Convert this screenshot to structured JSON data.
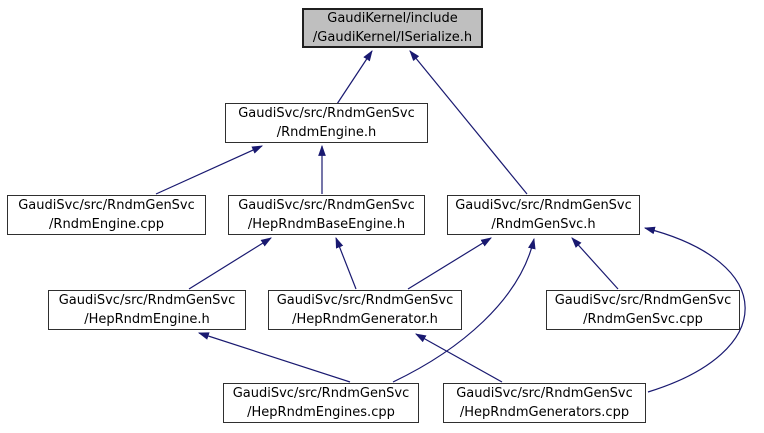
{
  "diagram": {
    "type": "include-dependency-graph",
    "background_color": "#ffffff",
    "edge_color": "#191970",
    "subject_node_fill": "#bfbfbf",
    "node_fill": "#ffffff",
    "node_border_color": "#2f2f2f",
    "nodes": [
      {
        "id": "iserialize-h",
        "line1": "GaudiKernel/include",
        "line2": "/GaudiKernel/ISerialize.h",
        "highlighted": true
      },
      {
        "id": "rndmengine-h",
        "line1": "GaudiSvc/src/RndmGenSvc",
        "line2": "/RndmEngine.h",
        "highlighted": false
      },
      {
        "id": "rndmengine-cpp",
        "line1": "GaudiSvc/src/RndmGenSvc",
        "line2": "/RndmEngine.cpp",
        "highlighted": false
      },
      {
        "id": "heprndmbaseengine-h",
        "line1": "GaudiSvc/src/RndmGenSvc",
        "line2": "/HepRndmBaseEngine.h",
        "highlighted": false
      },
      {
        "id": "rndmgensvc-h",
        "line1": "GaudiSvc/src/RndmGenSvc",
        "line2": "/RndmGenSvc.h",
        "highlighted": false
      },
      {
        "id": "heprndmengine-h",
        "line1": "GaudiSvc/src/RndmGenSvc",
        "line2": "/HepRndmEngine.h",
        "highlighted": false
      },
      {
        "id": "heprndmgenerator-h",
        "line1": "GaudiSvc/src/RndmGenSvc",
        "line2": "/HepRndmGenerator.h",
        "highlighted": false
      },
      {
        "id": "rndmgensvc-cpp",
        "line1": "GaudiSvc/src/RndmGenSvc",
        "line2": "/RndmGenSvc.cpp",
        "highlighted": false
      },
      {
        "id": "heprndmengines-cpp",
        "line1": "GaudiSvc/src/RndmGenSvc",
        "line2": "/HepRndmEngines.cpp",
        "highlighted": false
      },
      {
        "id": "heprndmgenerators-cpp",
        "line1": "GaudiSvc/src/RndmGenSvc",
        "line2": "/HepRndmGenerators.cpp",
        "highlighted": false
      }
    ],
    "edges": [
      {
        "from": "RndmEngine.h",
        "to": "ISerialize.h"
      },
      {
        "from": "RndmGenSvc.h",
        "to": "ISerialize.h"
      },
      {
        "from": "RndmEngine.cpp",
        "to": "RndmEngine.h"
      },
      {
        "from": "HepRndmBaseEngine.h",
        "to": "RndmEngine.h"
      },
      {
        "from": "HepRndmEngine.h",
        "to": "HepRndmBaseEngine.h"
      },
      {
        "from": "HepRndmGenerator.h",
        "to": "HepRndmBaseEngine.h"
      },
      {
        "from": "HepRndmGenerator.h",
        "to": "RndmGenSvc.h"
      },
      {
        "from": "RndmGenSvc.cpp",
        "to": "RndmGenSvc.h"
      },
      {
        "from": "HepRndmEngines.cpp",
        "to": "HepRndmEngine.h"
      },
      {
        "from": "HepRndmEngines.cpp",
        "to": "RndmGenSvc.h"
      },
      {
        "from": "HepRndmGenerators.cpp",
        "to": "HepRndmGenerator.h"
      },
      {
        "from": "HepRndmGenerators.cpp",
        "to": "RndmGenSvc.h"
      }
    ]
  }
}
